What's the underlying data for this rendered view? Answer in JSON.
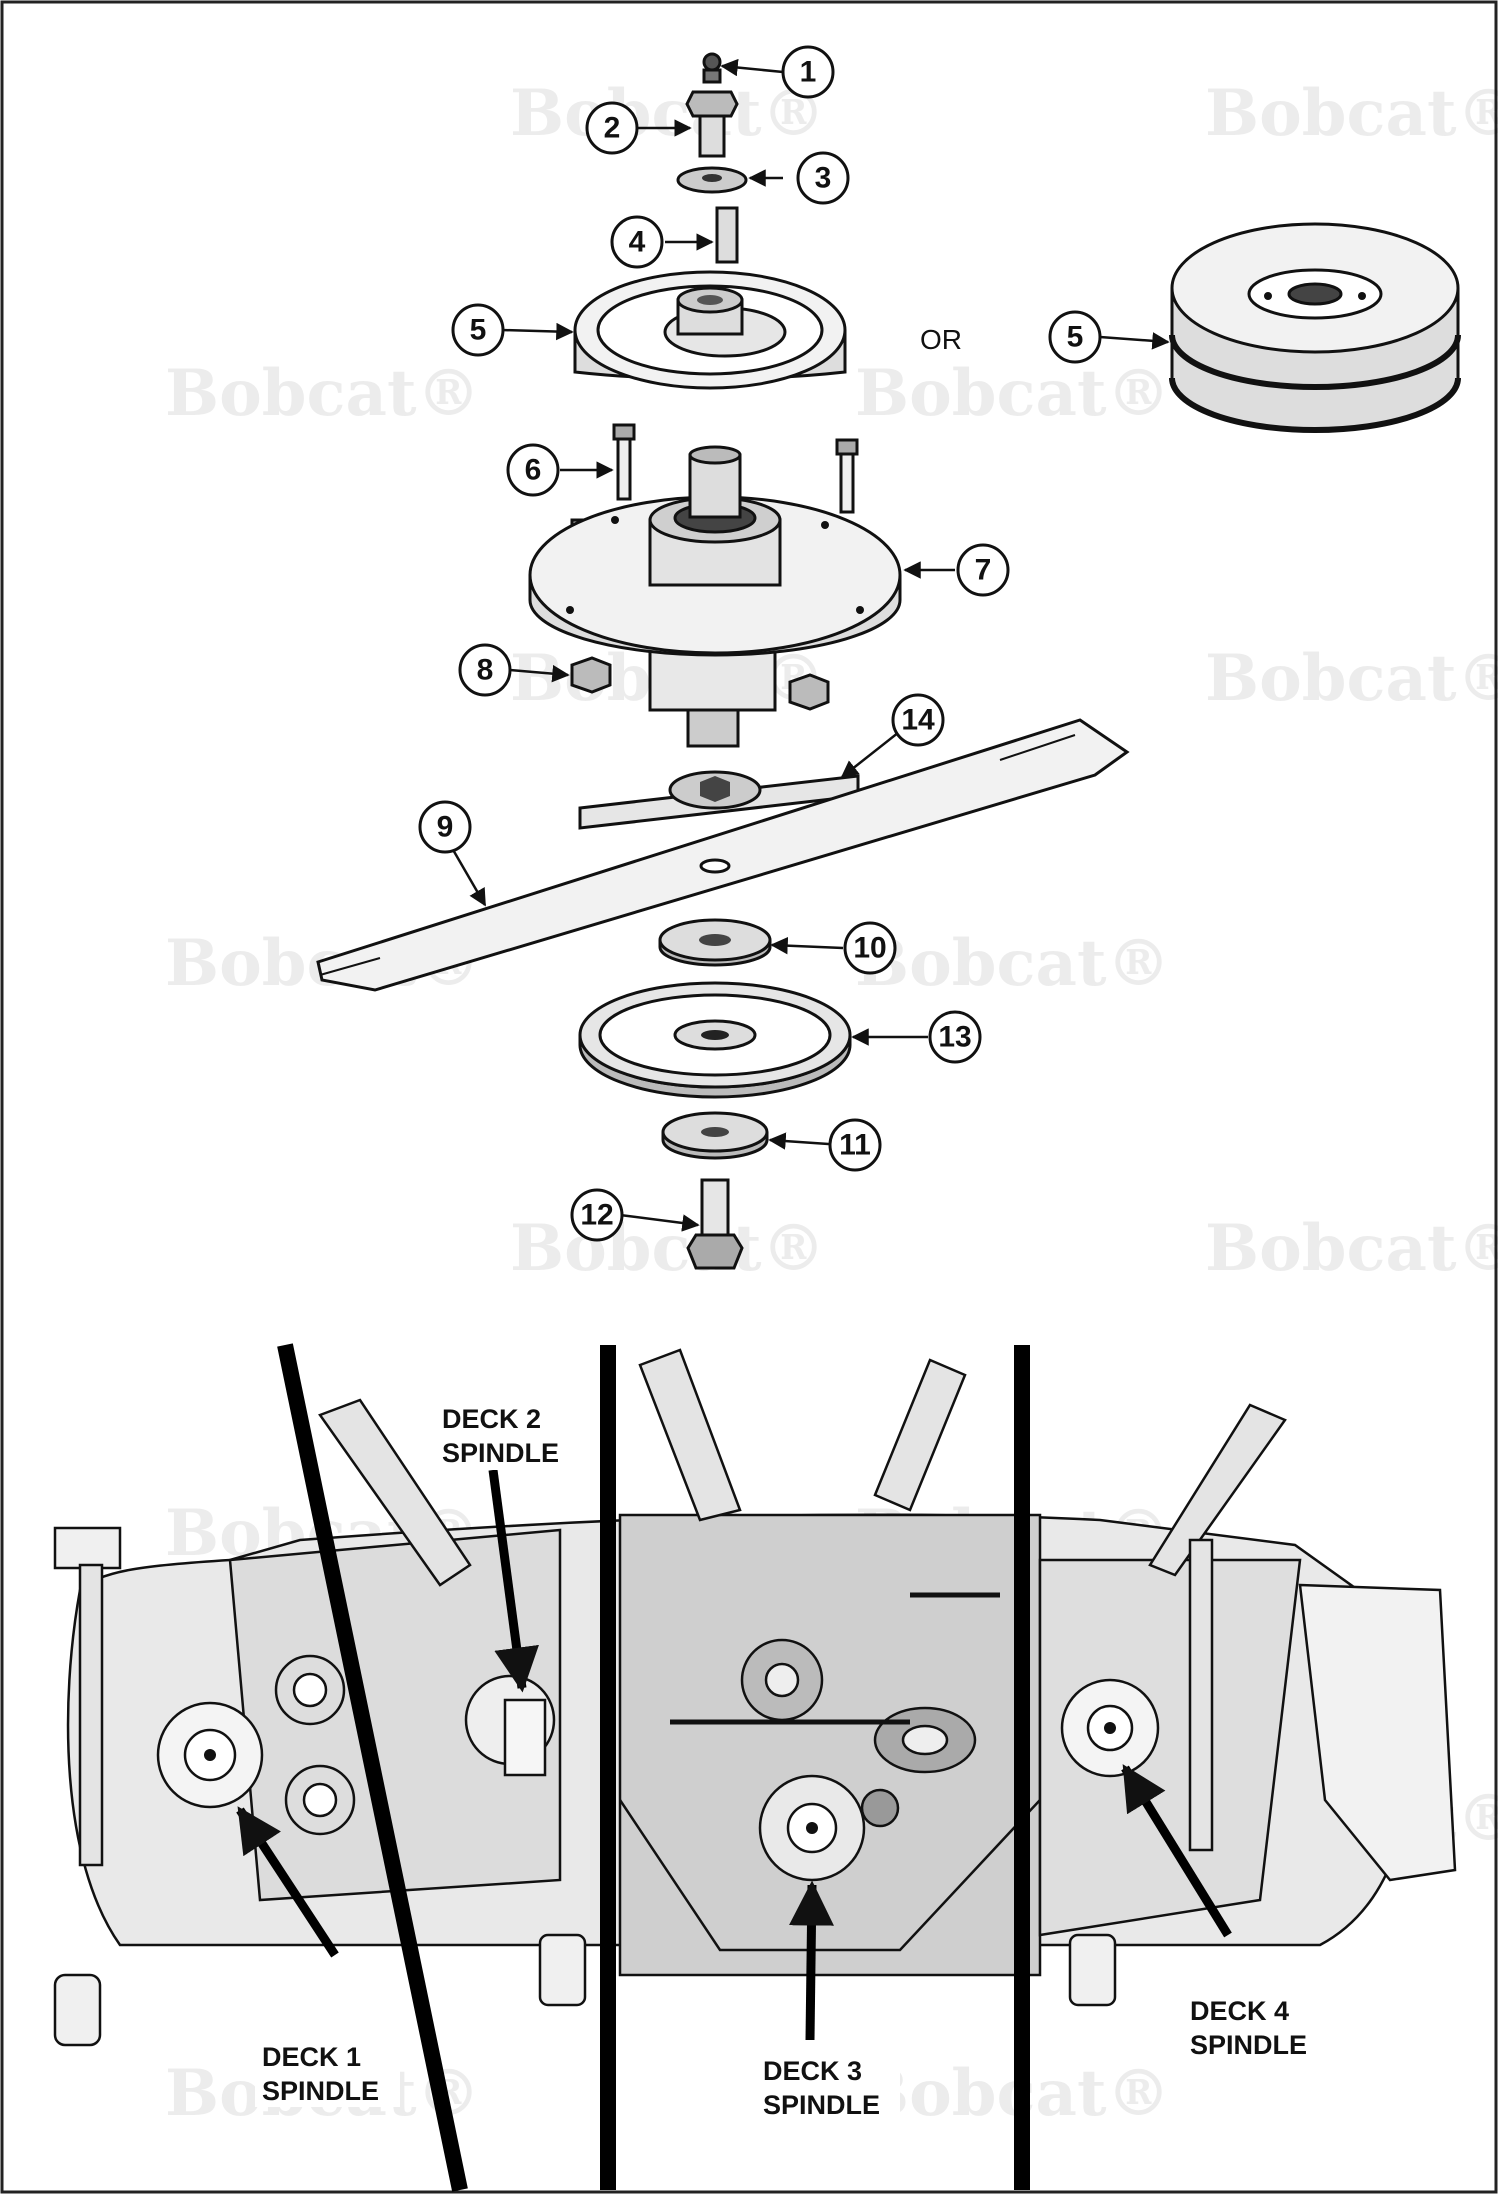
{
  "watermark": {
    "text": "Bobcat",
    "reg": "®"
  },
  "or_text": "OR",
  "callouts": {
    "c1": "1",
    "c2": "2",
    "c3": "3",
    "c4": "4",
    "c5a": "5",
    "c5b": "5",
    "c6": "6",
    "c7": "7",
    "c8": "8",
    "c9": "9",
    "c10": "10",
    "c11": "11",
    "c12": "12",
    "c13": "13",
    "c14": "14"
  },
  "deck_labels": {
    "deck1": {
      "line1": "DECK 1",
      "line2": "SPINDLE"
    },
    "deck2": {
      "line1": "DECK 2",
      "line2": "SPINDLE"
    },
    "deck3": {
      "line1": "DECK 3",
      "line2": "SPINDLE"
    },
    "deck4": {
      "line1": "DECK 4",
      "line2": "SPINDLE"
    }
  }
}
